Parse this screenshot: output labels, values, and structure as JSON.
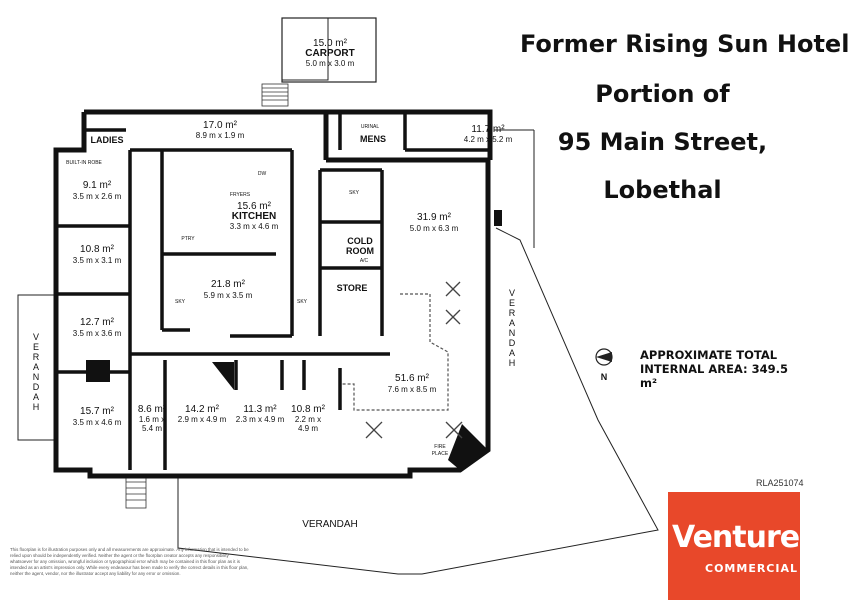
{
  "title": {
    "line1": "Former Rising Sun Hotel",
    "line2": "Portion of",
    "line3": "95 Main Street,",
    "line4": "Lobethal"
  },
  "total_area": {
    "label": "APPROXIMATE TOTAL",
    "value": "INTERNAL AREA: 349.5 m²"
  },
  "compass": {
    "label": "N"
  },
  "reference": "RLA251074",
  "logo": {
    "brand": "Venture",
    "sub": "COMMERCIAL"
  },
  "disclaimer": "This floorplan is for illustration purposes only and all measurements are approximate. Any information that is intended to be relied upon should be independently verified. Neither the agent or the floorplan creator accepts any responsibility whatsoever for any omission, wrongful inclusion or typographical error which may be contained in this floor plan as it is intended as an artist's impression only. While every endeavour has been made to verify the correct details in this floor plan, neither the agent, vendor, nor the illustrator accept any liability for any error or omission.",
  "rooms": [
    {
      "id": "carport",
      "name": "CARPORT",
      "area": "15.0 m²",
      "dims": "5.0 m x 3.0 m"
    },
    {
      "id": "hall-top",
      "name": "",
      "area": "17.0 m²",
      "dims": "8.9 m x 1.9 m"
    },
    {
      "id": "ladies",
      "name": "LADIES",
      "area": "",
      "dims": ""
    },
    {
      "id": "mens",
      "name": "MENS",
      "area": "",
      "dims": ""
    },
    {
      "id": "room-11-7",
      "name": "",
      "area": "11.7 m²",
      "dims": "4.2 m x 5.2 m"
    },
    {
      "id": "bed-9-1",
      "name": "",
      "area": "9.1 m²",
      "dims": "3.5 m x 2.6 m"
    },
    {
      "id": "bed-10-8",
      "name": "",
      "area": "10.8 m²",
      "dims": "3.5 m x 3.1 m"
    },
    {
      "id": "bed-12-7",
      "name": "",
      "area": "12.7 m²",
      "dims": "3.5 m x 3.6 m"
    },
    {
      "id": "bed-15-7",
      "name": "",
      "area": "15.7 m²",
      "dims": "3.5 m x 4.6 m"
    },
    {
      "id": "kitchen",
      "name": "KITCHEN",
      "area": "15.6 m²",
      "dims": "3.3 m x 4.6 m"
    },
    {
      "id": "room-21-8",
      "name": "",
      "area": "21.8 m²",
      "dims": "5.9 m x 3.5 m"
    },
    {
      "id": "room-31-9",
      "name": "",
      "area": "31.9 m²",
      "dims": "5.0 m x 6.3 m"
    },
    {
      "id": "cold-room",
      "name": "COLD ROOM",
      "area": "",
      "dims": ""
    },
    {
      "id": "store",
      "name": "STORE",
      "area": "",
      "dims": ""
    },
    {
      "id": "room-51-6",
      "name": "",
      "area": "51.6 m²",
      "dims": "7.6 m x 8.5 m"
    },
    {
      "id": "room-8-6",
      "name": "",
      "area": "8.6 m²",
      "dims": "1.6 m x 5.4 m"
    },
    {
      "id": "room-14-2",
      "name": "",
      "area": "14.2 m²",
      "dims": "2.9 m x 4.9 m"
    },
    {
      "id": "room-11-3",
      "name": "",
      "area": "11.3 m²",
      "dims": "2.3 m x 4.9 m"
    },
    {
      "id": "room-10-8b",
      "name": "",
      "area": "10.8 m²",
      "dims": "2.2 m x 4.9 m"
    }
  ],
  "verandahs": {
    "left": "VERANDAH",
    "right": "VERANDAH",
    "bottom": "VERANDAH"
  },
  "fixtures": {
    "built_in_robe": "BUILT-IN ROBE",
    "urinal": "URINAL",
    "dw": "DW",
    "fryers": "FRYERS",
    "pantry": "PTRY",
    "sky": "SKY",
    "ac": "A/C",
    "fire_place": "FIRE PLACE"
  }
}
